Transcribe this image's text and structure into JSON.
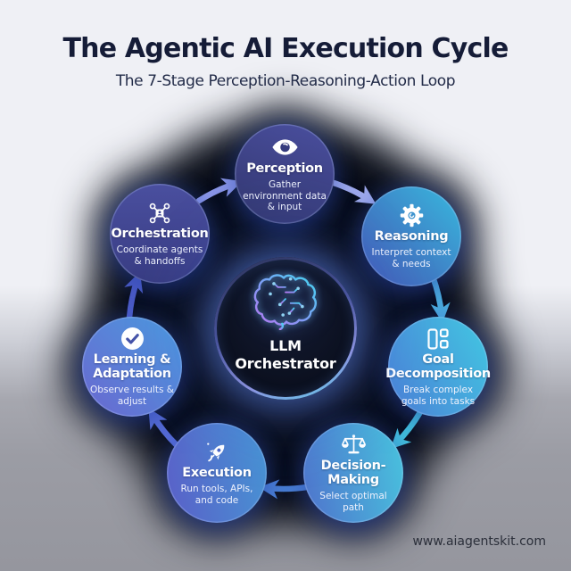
{
  "header": {
    "title": "The Agentic AI Execution Cycle",
    "subtitle": "The 7-Stage Perception-Reasoning-Action Loop"
  },
  "center": {
    "icon": "circuit-brain-icon",
    "label_line1": "LLM",
    "label_line2": "Orchestrator"
  },
  "stages": [
    {
      "name": "Perception",
      "description": "Gather environment data & input",
      "icon": "eye-icon",
      "color_from": "#4a4f9f",
      "color_to": "#32366d"
    },
    {
      "name": "Reasoning",
      "description": "Interpret context & needs",
      "icon": "gear-icon",
      "color_from": "#4456b4",
      "color_to": "#38b9de"
    },
    {
      "name": "Goal Decomposition",
      "description": "Break complex goals into tasks",
      "icon": "split-layout-icon",
      "color_from": "#4c7ed6",
      "color_to": "#41c8e2"
    },
    {
      "name": "Decision-Making",
      "description": "Select optimal path",
      "icon": "balance-scale-icon",
      "color_from": "#4f72cc",
      "color_to": "#48c4de"
    },
    {
      "name": "Execution",
      "description": "Run tools, APIs, and code",
      "icon": "rocket-icon",
      "color_from": "#5a5fc8",
      "color_to": "#4795d4"
    },
    {
      "name": "Learning & Adaptation",
      "description": "Observe results & adjust",
      "icon": "check-circle-icon",
      "color_from": "#6a67d0",
      "color_to": "#4b9ade"
    },
    {
      "name": "Orchestration",
      "description": "Coordinate agents & handoffs",
      "icon": "network-hub-icon",
      "color_from": "#4a4f9f",
      "color_to": "#383c82"
    }
  ],
  "arrows": [
    {
      "from": "Perception",
      "to": "Reasoning",
      "color": "#a3aeee"
    },
    {
      "from": "Reasoning",
      "to": "Goal Decomposition",
      "color": "#4fb2e0"
    },
    {
      "from": "Goal Decomposition",
      "to": "Decision-Making",
      "color": "#45c4de"
    },
    {
      "from": "Decision-Making",
      "to": "Execution",
      "color": "#4b80d4"
    },
    {
      "from": "Execution",
      "to": "Learning & Adaptation",
      "color": "#5a6fd8"
    },
    {
      "from": "Learning & Adaptation",
      "to": "Orchestration",
      "color": "#4f5ec8"
    },
    {
      "from": "Orchestration",
      "to": "Perception",
      "color": "#8f9ae9"
    }
  ],
  "footer": {
    "website": "www.aiagentskit.com"
  },
  "colors": {
    "background_top": "#eff0f5",
    "background_bottom": "#95969e",
    "backdrop_blob": "#090d18",
    "title_text": "#151c37"
  }
}
